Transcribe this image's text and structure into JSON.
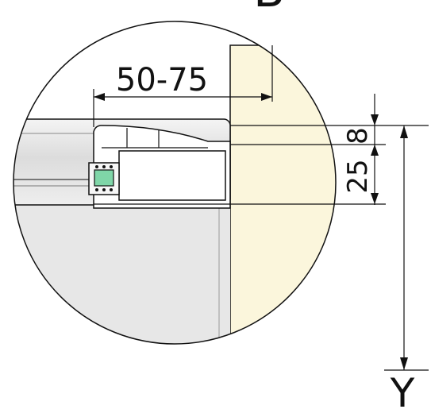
{
  "diagram": {
    "detail_label": "B",
    "dimensions": {
      "width_range": "50-75",
      "top_offset": "8",
      "profile_height": "25",
      "total_height": "Y"
    },
    "colors": {
      "wall": "#fbf6dc",
      "panel": "#e6e6e6",
      "panel_shadow": "#d6d6d6",
      "seal_green": "#7fd6a8",
      "line": "#111111",
      "dim_line": "#333333",
      "background": "#ffffff"
    }
  }
}
